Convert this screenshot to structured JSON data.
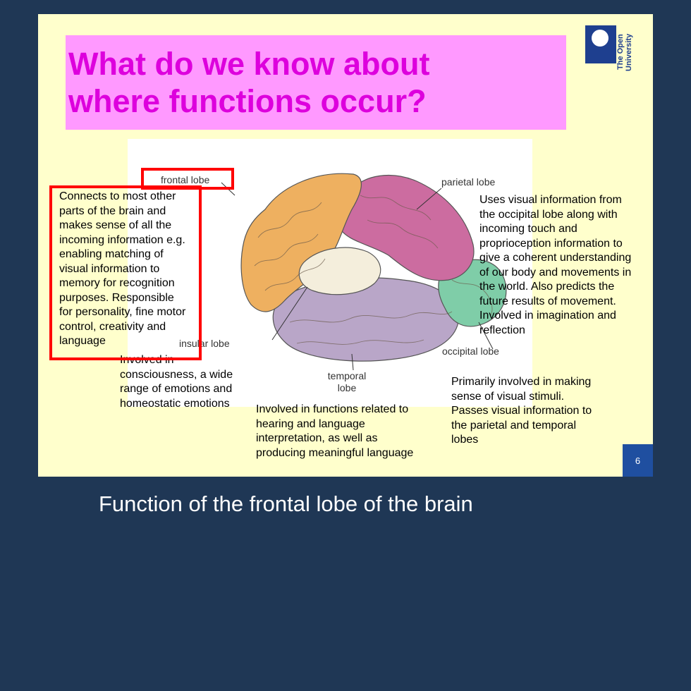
{
  "slide": {
    "title_line1": "What do we know about",
    "title_line2": "where functions occur?",
    "logo_line1": "The Open",
    "logo_line2": "University",
    "page_number": "6"
  },
  "diagram": {
    "labels": {
      "frontal": "frontal lobe",
      "parietal": "parietal lobe",
      "insular": "insular lobe",
      "occipital": "occipital lobe",
      "temporal_line1": "temporal",
      "temporal_line2": "lobe"
    },
    "colors": {
      "frontal": "#eeb060",
      "parietal": "#cc6ca0",
      "occipital": "#7fcda8",
      "temporal": "#b9a6c8",
      "insular": "#f4eedc"
    }
  },
  "descriptions": {
    "frontal": "Connects  to most other\nparts of the brain and\nmakes sense of all the\nincoming information e.g.\nenabling matching of\nvisual information to\nmemory for recognition\npurposes. Responsible\nfor personality, fine motor\ncontrol, creativity and\nlanguage",
    "parietal": "Uses visual information from\nthe occipital lobe along with\nincoming touch and\nproprioception information to\ngive a coherent understanding\nof our body and movements in\nthe world. Also predicts the\nfuture results of movement.\nInvolved in imagination and\nreflection",
    "insular": "Involved in\nconsciousness, a wide\nrange of emotions and\nhomeostatic emotions",
    "temporal": "Involved in functions related to\nhearing and language\ninterpretation, as well as\nproducing meaningful language",
    "occipital": "Primarily involved in making\nsense of visual stimuli.\nPasses visual information to\nthe parietal and temporal\nlobes"
  },
  "caption": "Function of the frontal lobe of the brain",
  "colors": {
    "background": "#1f3755",
    "slide": "#ffffcc",
    "title_box": "#ff99ff",
    "title_text": "#dd00dd",
    "highlight": "#ff0000",
    "page_badge": "#1f4fa0"
  }
}
